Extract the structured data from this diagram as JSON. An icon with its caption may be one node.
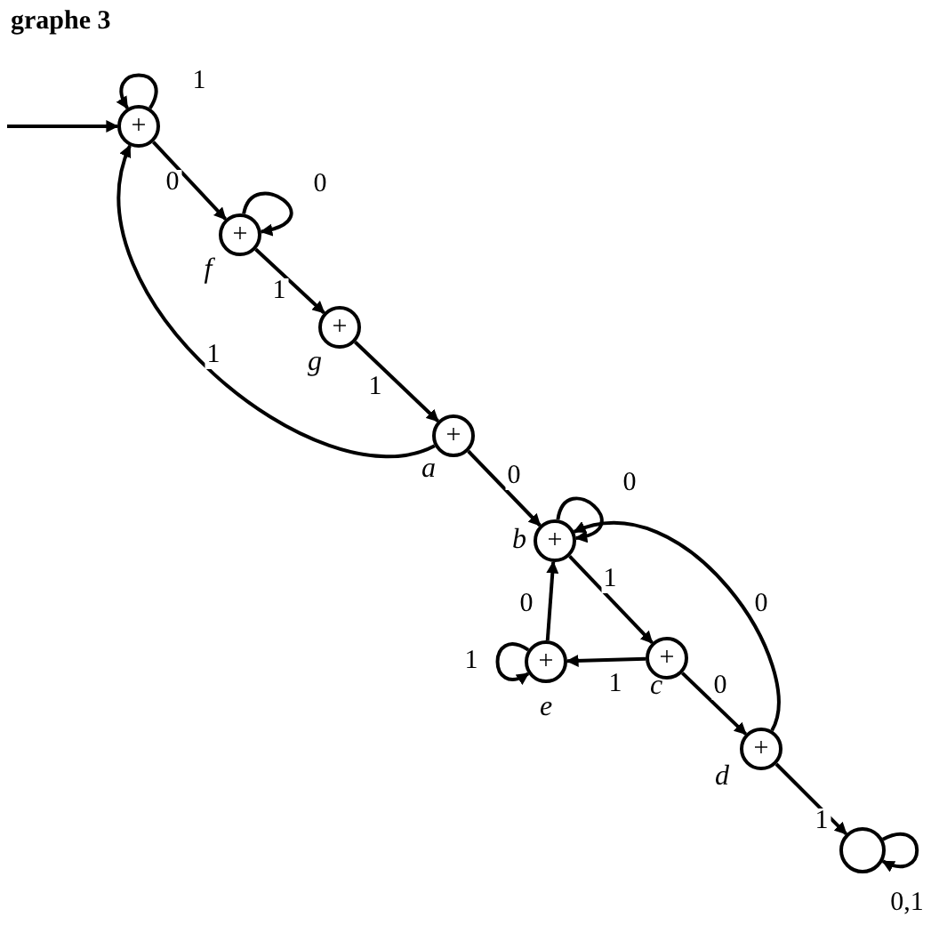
{
  "diagram": {
    "title": "graphe 3",
    "nodes": [
      {
        "text": [
          "+"
        ]
      },
      {
        "text": [
          "+"
        ],
        "beside": [
          "f"
        ]
      },
      {
        "text": [
          "+"
        ],
        "beside": [
          "g"
        ]
      },
      {
        "text": [
          "+"
        ],
        "beside": [
          "a"
        ]
      },
      {
        "text": [
          "+"
        ],
        "beside": [
          "b"
        ]
      },
      {
        "text": [
          "+"
        ],
        "beside": [
          "c"
        ]
      },
      {
        "text": [
          "+"
        ],
        "beside": [
          "e"
        ]
      },
      {
        "text": [
          "+"
        ],
        "beside": [
          "d"
        ]
      },
      {
        "text": [],
        "shape": "circle"
      }
    ],
    "edges": [
      {
        "from": null,
        "to": 0,
        "arrow": "to"
      },
      {
        "from": 0,
        "to": 0,
        "arrow": "to",
        "label": "1"
      },
      {
        "from": 0,
        "to": 1,
        "arrow": "to",
        "label": "0"
      },
      {
        "from": 1,
        "to": 1,
        "arrow": "to",
        "label": "0"
      },
      {
        "from": 1,
        "to": 2,
        "arrow": "to",
        "label": "1"
      },
      {
        "from": 2,
        "to": 3,
        "arrow": "to",
        "label": "1"
      },
      {
        "from": 3,
        "to": 0,
        "arrow": "to",
        "label": "1"
      },
      {
        "from": 3,
        "to": 4,
        "arrow": "to",
        "label": "0"
      },
      {
        "from": 4,
        "to": 4,
        "arrow": "to",
        "label": "0"
      },
      {
        "from": 4,
        "to": 5,
        "arrow": "to",
        "label": "1"
      },
      {
        "from": 5,
        "to": 6,
        "arrow": "to",
        "label": "1"
      },
      {
        "from": 6,
        "to": 4,
        "arrow": "to",
        "label": "0"
      },
      {
        "from": 6,
        "to": 6,
        "arrow": "to",
        "label": "1"
      },
      {
        "from": 5,
        "to": 7,
        "arrow": "to",
        "label": "0"
      },
      {
        "from": 7,
        "to": 4,
        "arrow": "to",
        "label": "0"
      },
      {
        "from": 7,
        "to": 8,
        "arrow": "to",
        "label": "1"
      },
      {
        "from": 8,
        "to": 8,
        "arrow": "to",
        "label": "0,1"
      }
    ]
  }
}
